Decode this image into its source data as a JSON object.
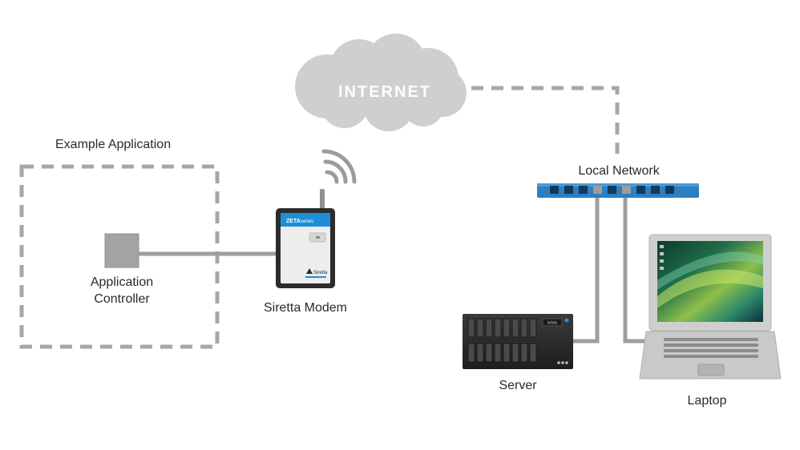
{
  "labels": {
    "internet": "INTERNET",
    "example_application": "Example Application",
    "application_controller_line1": "Application",
    "application_controller_line2": "Controller",
    "modem": "Siretta Modem",
    "local_network": "Local Network",
    "server": "Server",
    "laptop": "Laptop"
  },
  "modem_face": {
    "series_brand": "ZETA",
    "series_word": "series",
    "maker": "Siretta"
  },
  "server_face": {
    "badge": "WMS"
  },
  "colors": {
    "background": "#ffffff",
    "dashed_link": "#a7a7a7",
    "cable": "#9e9e9e",
    "cloud": "#cfcfcf",
    "cloud_text": "#ffffff",
    "switch_blue": "#2d7fc1",
    "modem_accent": "#1e8fd6",
    "device_dark": "#2c2c2c",
    "laptop_body": "#c9c9c9",
    "controller_box": "#a3a3a3"
  }
}
